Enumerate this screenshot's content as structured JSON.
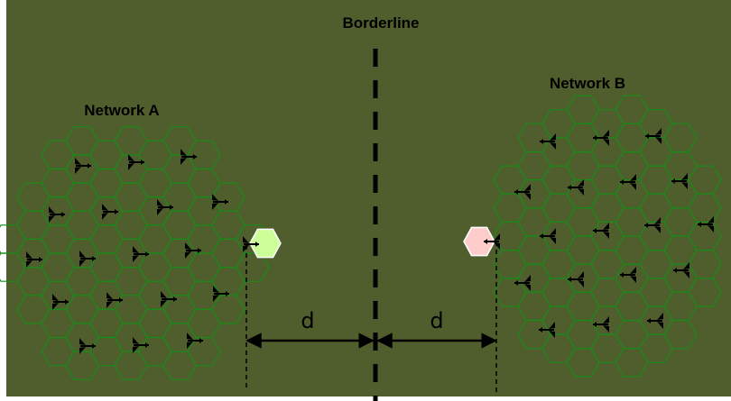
{
  "diagram": {
    "borderline_label": "Borderline",
    "network_a": {
      "label": "Network A",
      "edge_cell_color": "#ccff99"
    },
    "network_b": {
      "label": "Network B",
      "edge_cell_color": "#ffcccc"
    },
    "distance_left_label": "d",
    "distance_right_label": "d",
    "colors": {
      "background": "#4f5e2c",
      "cell_stroke": "#1a8a1a",
      "line": "#000000"
    },
    "icons": {
      "antenna": "sector-antenna-icon"
    }
  }
}
